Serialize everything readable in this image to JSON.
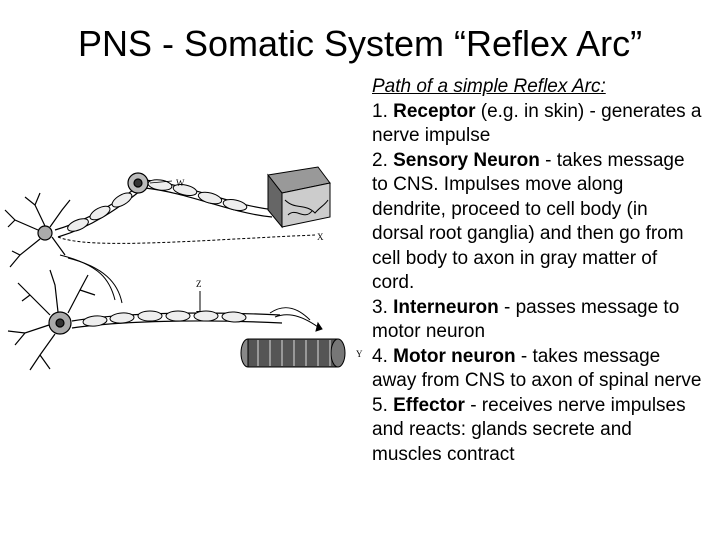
{
  "title": "PNS - Somatic  System “Reflex Arc”",
  "intro": "Path of a simple Reflex Arc:",
  "steps": [
    {
      "num": "1. ",
      "term": "Receptor",
      "desc": " (e.g. in skin) - generates a nerve impulse"
    },
    {
      "num": "2. ",
      "term": "Sensory Neuron",
      "desc": " - takes message to CNS.  Impulses move along dendrite, proceed to cell body (in dorsal root ganglia) and then go from cell body to axon in gray matter of cord."
    },
    {
      "num": "3. ",
      "term": "Interneuron",
      "desc": " - passes message to motor neuron"
    },
    {
      "num": "4. ",
      "term": "Motor neuron",
      "desc": " - takes message away from CNS to axon of spinal nerve"
    },
    {
      "num": "5. ",
      "term": "Effector",
      "desc": " - receives nerve impulses and reacts:  glands secrete and muscles contract"
    }
  ],
  "figure": {
    "labels": {
      "w": "W",
      "x": "X",
      "y": "Y",
      "z": "Z"
    }
  }
}
